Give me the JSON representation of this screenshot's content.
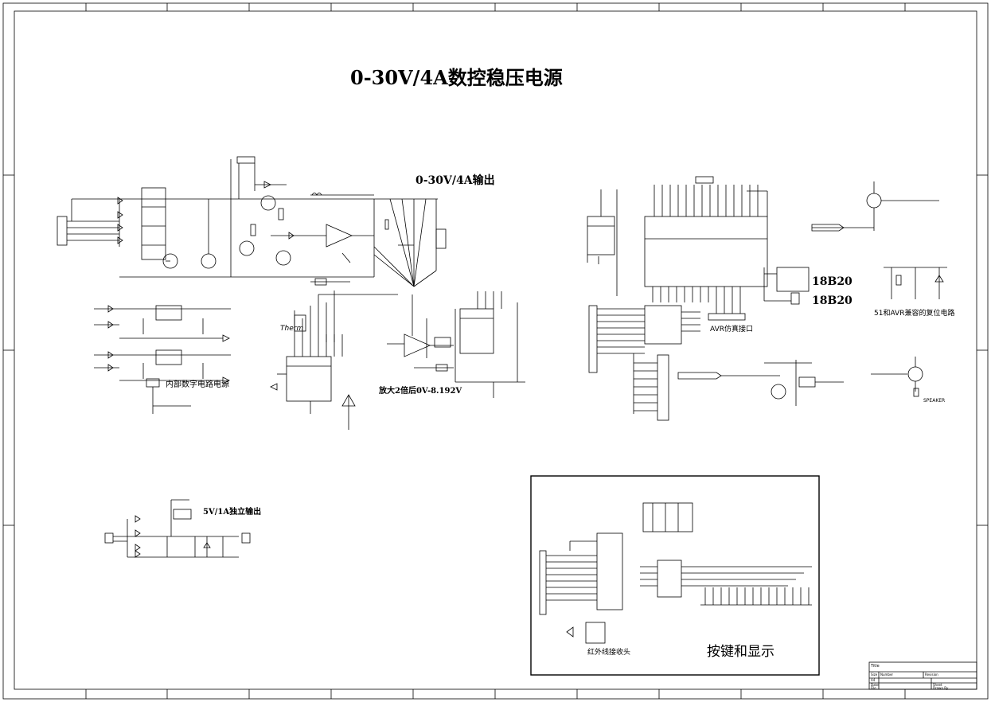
{
  "sheet": {
    "title": "0-30V/4A数控稳压电源",
    "output_label": "0-30V/4A输出",
    "digital_supply_label": "内部数字电路电源",
    "aux_output_label": "5V/1A独立输出",
    "amp_label": "放大2倍后0V-8.192V",
    "sensor_label_1": "18B20",
    "sensor_label_2": "18B20",
    "avr_port_label": "AVR仿真接口",
    "reset_label": "51和AVR兼容的复位电路",
    "ir_label": "红外线接收头",
    "keys_display_label": "按键和显示",
    "speaker_label": "SPEAKER",
    "thermistor_label": "Therm"
  },
  "title_block": {
    "title_field": "Title",
    "size_field": "Size",
    "size_value": "A4",
    "number_field": "Number",
    "revision_field": "Revision",
    "date_field": "Date",
    "file_field": "File",
    "sheet_field": "Sheet",
    "drawn_field": "Drawn By"
  },
  "colors": {
    "line": "#000000",
    "background": "#ffffff"
  }
}
